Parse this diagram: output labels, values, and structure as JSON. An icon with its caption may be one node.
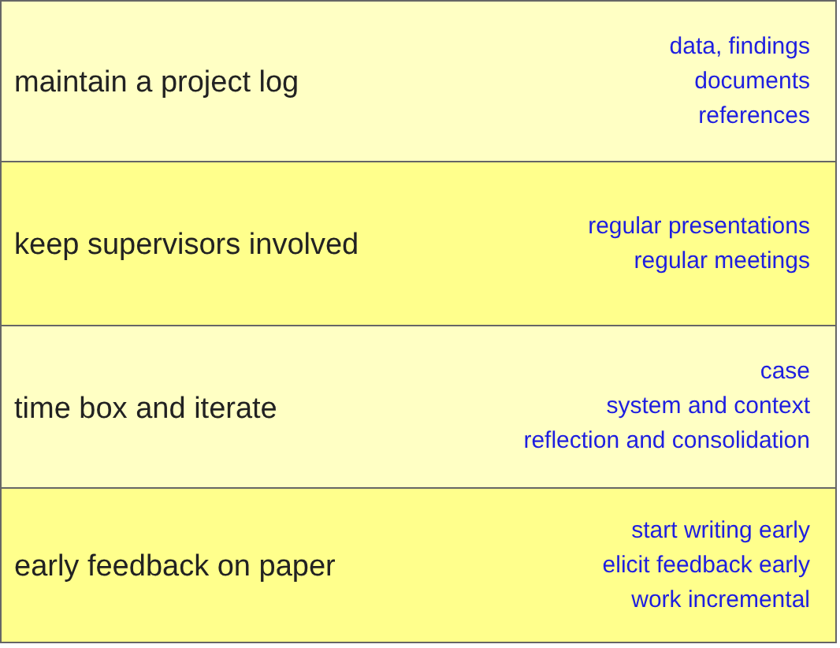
{
  "diagram": {
    "nodes": [
      {
        "text": [
          "maintain a project log",
          "data, findings",
          "documents",
          "references"
        ]
      },
      {
        "text": [
          "keep supervisors involved",
          "regular presentations",
          "regular meetings"
        ]
      },
      {
        "text": [
          "time box and iterate",
          "case",
          "system and context",
          "reflection and consolidation"
        ]
      },
      {
        "text": [
          "early feedback on paper",
          "start writing early",
          "elicit feedback early",
          "work incremental"
        ]
      }
    ]
  }
}
